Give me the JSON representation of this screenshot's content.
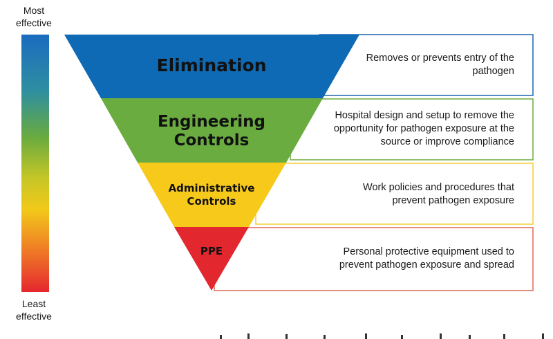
{
  "scale": {
    "top_label": "Most effective",
    "bottom_label": "Least effective"
  },
  "levels": [
    {
      "title": "Elimination",
      "description": "Removes or prevents entry of the pathogen",
      "color": "#0f6ab6",
      "border_color": "#1e63b0"
    },
    {
      "title": "Engineering Controls",
      "description": "Hospital design and setup to remove the opportunity for pathogen exposure at the source or improve compliance",
      "color": "#6aac3f",
      "border_color": "#6aac3f"
    },
    {
      "title": "Administrative Controls",
      "description": "Work policies and procedures that prevent pathogen exposure",
      "color": "#f7c91b",
      "border_color": "#f3cf3a"
    },
    {
      "title": "PPE",
      "description": "Personal protective equipment used to prevent pathogen exposure and spread",
      "color": "#e2272e",
      "border_color": "#e06a55"
    }
  ]
}
